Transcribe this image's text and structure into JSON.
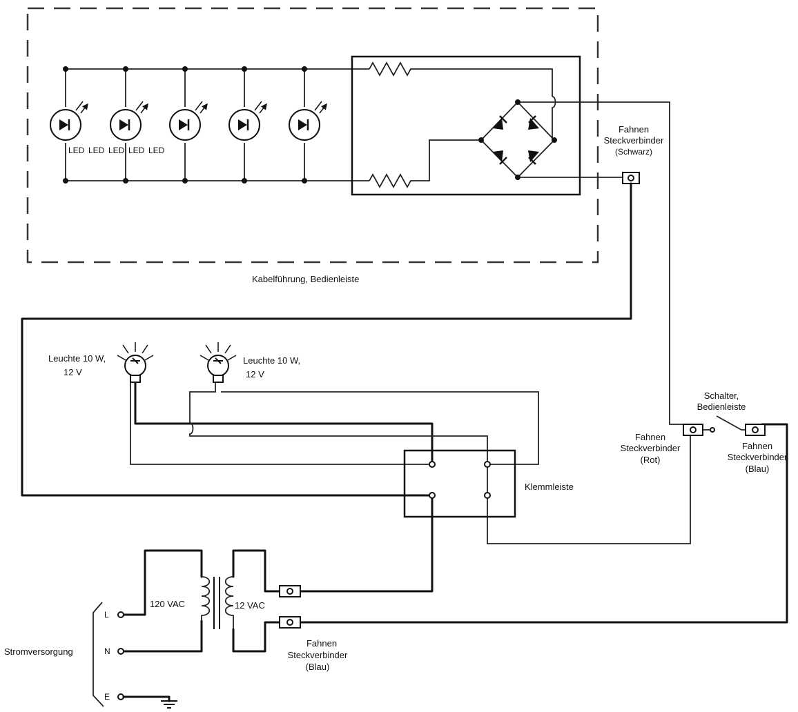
{
  "led_panel": {
    "led_labels": [
      "LED",
      "LED",
      "LED",
      "LED",
      "LED"
    ],
    "caption": "Kabelführung, Bedienleiste"
  },
  "connectors": {
    "black": {
      "line1": "Fahnen",
      "line2": "Steckverbinder",
      "line3": "(Schwarz)"
    },
    "red": {
      "line1": "Fahnen",
      "line2": "Steckverbinder",
      "line3": "(Rot)"
    },
    "blue_switch": {
      "line1": "Fahnen",
      "line2": "Steckverbinder",
      "line3": "(Blau)"
    },
    "blue_supply": {
      "line1": "Fahnen",
      "line2": "Steckverbinder",
      "line3": "(Blau)"
    }
  },
  "switch": {
    "line1": "Schalter,",
    "line2": "Bedienleiste"
  },
  "lamps": [
    {
      "line1": "Leuchte 10 W,",
      "line2": "12 V"
    },
    {
      "line1": "Leuchte 10 W,",
      "line2": "12 V"
    }
  ],
  "terminal_block": {
    "label": "Klemmleiste"
  },
  "transformer": {
    "primary": "120 VAC",
    "secondary": "12 VAC"
  },
  "power_supply": {
    "label": "Stromversorgung",
    "terminals": [
      "L",
      "N",
      "E"
    ]
  }
}
